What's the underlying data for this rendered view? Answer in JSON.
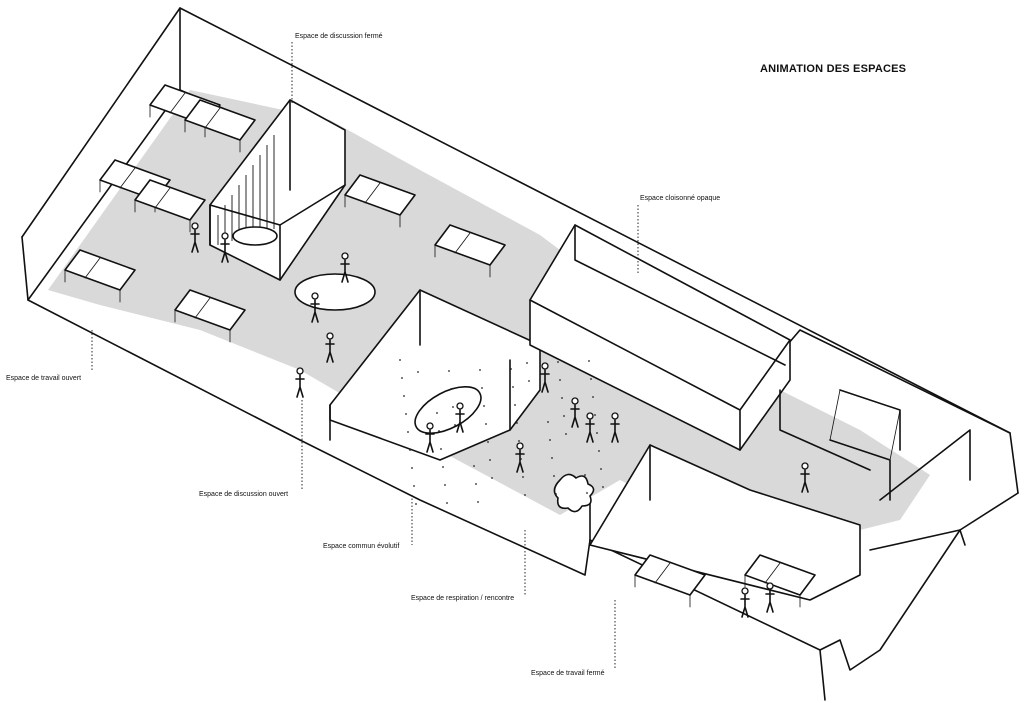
{
  "title": "ANIMATION DES ESPACES",
  "labels": {
    "closed_discussion": "Espace de discussion fermé",
    "opaque_partition": "Espace cloisonné opaque",
    "open_work": "Espace de travail ouvert",
    "open_discussion": "Espace de discussion ouvert",
    "common_evolving": "Espace commun évolutif",
    "breathing_meeting": "Espace de respiration / rencontre",
    "closed_work": "Espace de travail fermé"
  }
}
